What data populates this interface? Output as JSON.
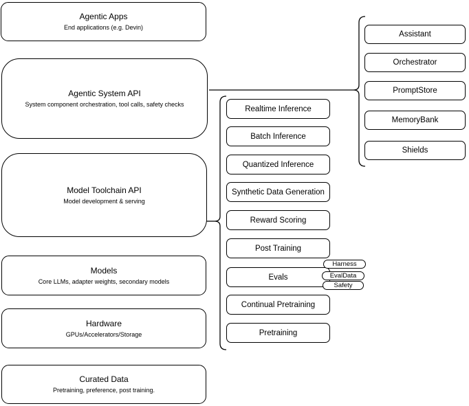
{
  "style": {
    "stroke_color": "#000000",
    "fill_color": "#ffffff",
    "text_color": "#000000"
  },
  "layers": [
    {
      "title": "Agentic Apps",
      "subtitle": "End applications (e.g. Devin)"
    },
    {
      "title": "Agentic System API",
      "subtitle": "System component orchestration, tool calls, safety checks"
    },
    {
      "title": "Model Toolchain API",
      "subtitle": "Model development & serving"
    },
    {
      "title": "Models",
      "subtitle": "Core LLMs, adapter weights, secondary models"
    },
    {
      "title": "Hardware",
      "subtitle": "GPUs/Accelerators/Storage"
    },
    {
      "title": "Curated Data",
      "subtitle": "Pretraining, preference, post training."
    }
  ],
  "toolchain_items": [
    "Realtime Inference",
    "Batch Inference",
    "Quantized Inference",
    "Synthetic Data Generation",
    "Reward Scoring",
    "Post Training",
    "Evals",
    "Continual Pretraining",
    "Pretraining"
  ],
  "evals_tags": [
    "Harness",
    "EvalData",
    "Safety"
  ],
  "system_components": [
    "Assistant",
    "Orchestrator",
    "PromptStore",
    "MemoryBank",
    "Shields"
  ]
}
